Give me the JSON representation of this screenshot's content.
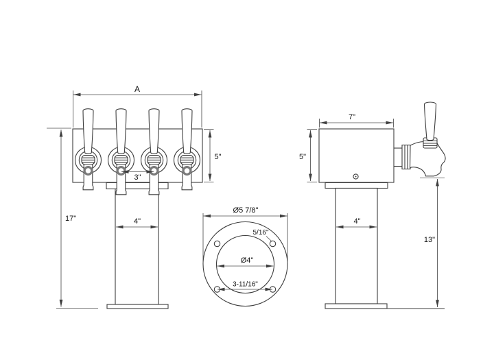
{
  "drawing": {
    "type": "technical-drawing",
    "subject": "4-faucet draft beer tower, three-view dimensioned drawing",
    "front_view": {
      "faucet_count": 4,
      "overall_width": "A",
      "body_height": "5\"",
      "faucet_spacing": "3\"",
      "column_width": "4\"",
      "overall_height": "17\""
    },
    "side_view": {
      "body_depth": "7\"",
      "body_height": "5\"",
      "column_width": "4\"",
      "spout_floor_clearance": "13\""
    },
    "base_flange_view": {
      "outer_diameter": "Ø5 7/8\"",
      "column_diameter": "Ø4\"",
      "mounting_hole_diameter": "5/16\"",
      "mounting_hole_spacing": "3-11/16\""
    }
  },
  "colors": {
    "background": "#ffffff",
    "object_line": "#3d3d3d",
    "dimension_line": "#4d4d4d",
    "text": "#141414",
    "faucet_ring": "#7a7a7a"
  }
}
